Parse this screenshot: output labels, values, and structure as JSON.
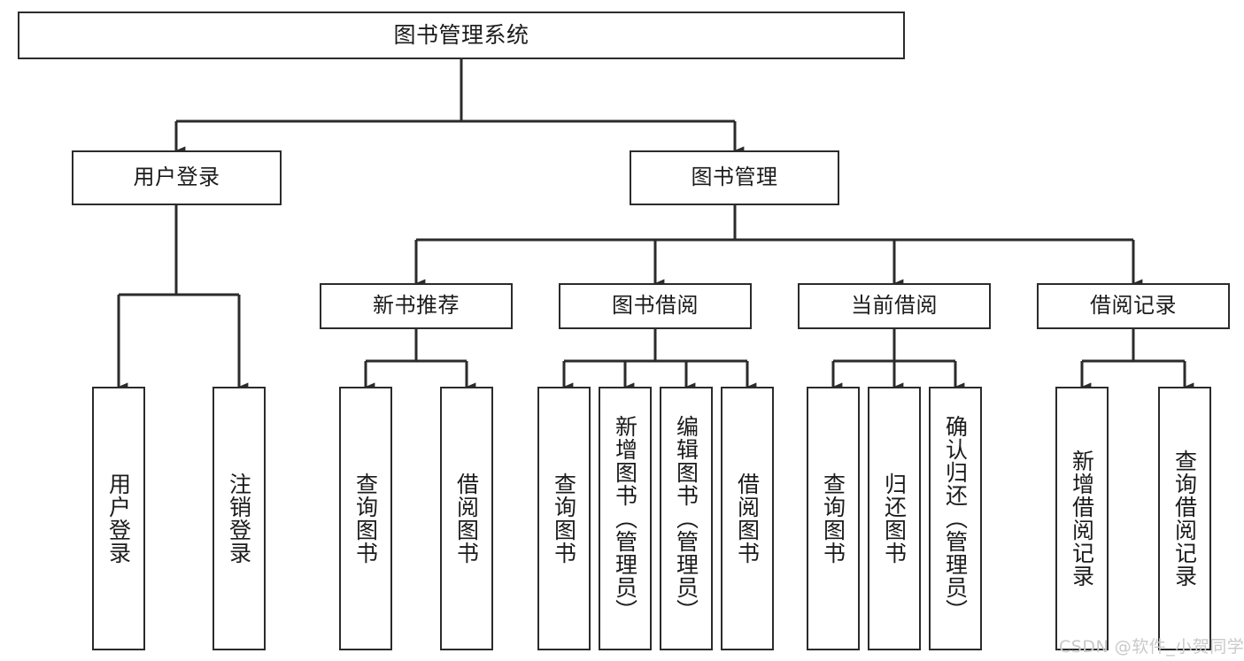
{
  "diagram": {
    "title": "图书管理系统",
    "type": "tree",
    "background_color": "#ffffff",
    "line_color": "#2b2b2b",
    "text_color": "#1b1b1b",
    "root": {
      "label": "图书管理系统"
    },
    "level2": [
      {
        "label": "用户登录"
      },
      {
        "label": "图书管理"
      }
    ],
    "level3": [
      {
        "label": "新书推荐"
      },
      {
        "label": "图书借阅"
      },
      {
        "label": "当前借阅"
      },
      {
        "label": "借阅记录"
      }
    ],
    "leaves_user_login": [
      {
        "label": "用户登录"
      },
      {
        "label": "注销登录"
      }
    ],
    "leaves_new_book": [
      {
        "label": "查询图书"
      },
      {
        "label": "借阅图书"
      }
    ],
    "leaves_borrow": [
      {
        "label": "查询图书"
      },
      {
        "label": "新增图书（管理员）"
      },
      {
        "label": "编辑图书（管理员）"
      },
      {
        "label": "借阅图书"
      }
    ],
    "leaves_current": [
      {
        "label": "查询图书"
      },
      {
        "label": "归还图书"
      },
      {
        "label": "确认归还（管理员）"
      }
    ],
    "leaves_records": [
      {
        "label": "新增借阅记录"
      },
      {
        "label": "查询借阅记录"
      }
    ]
  },
  "watermark": {
    "text": "CSDN @软件_小贺同学",
    "color": "#c9c9c9"
  }
}
